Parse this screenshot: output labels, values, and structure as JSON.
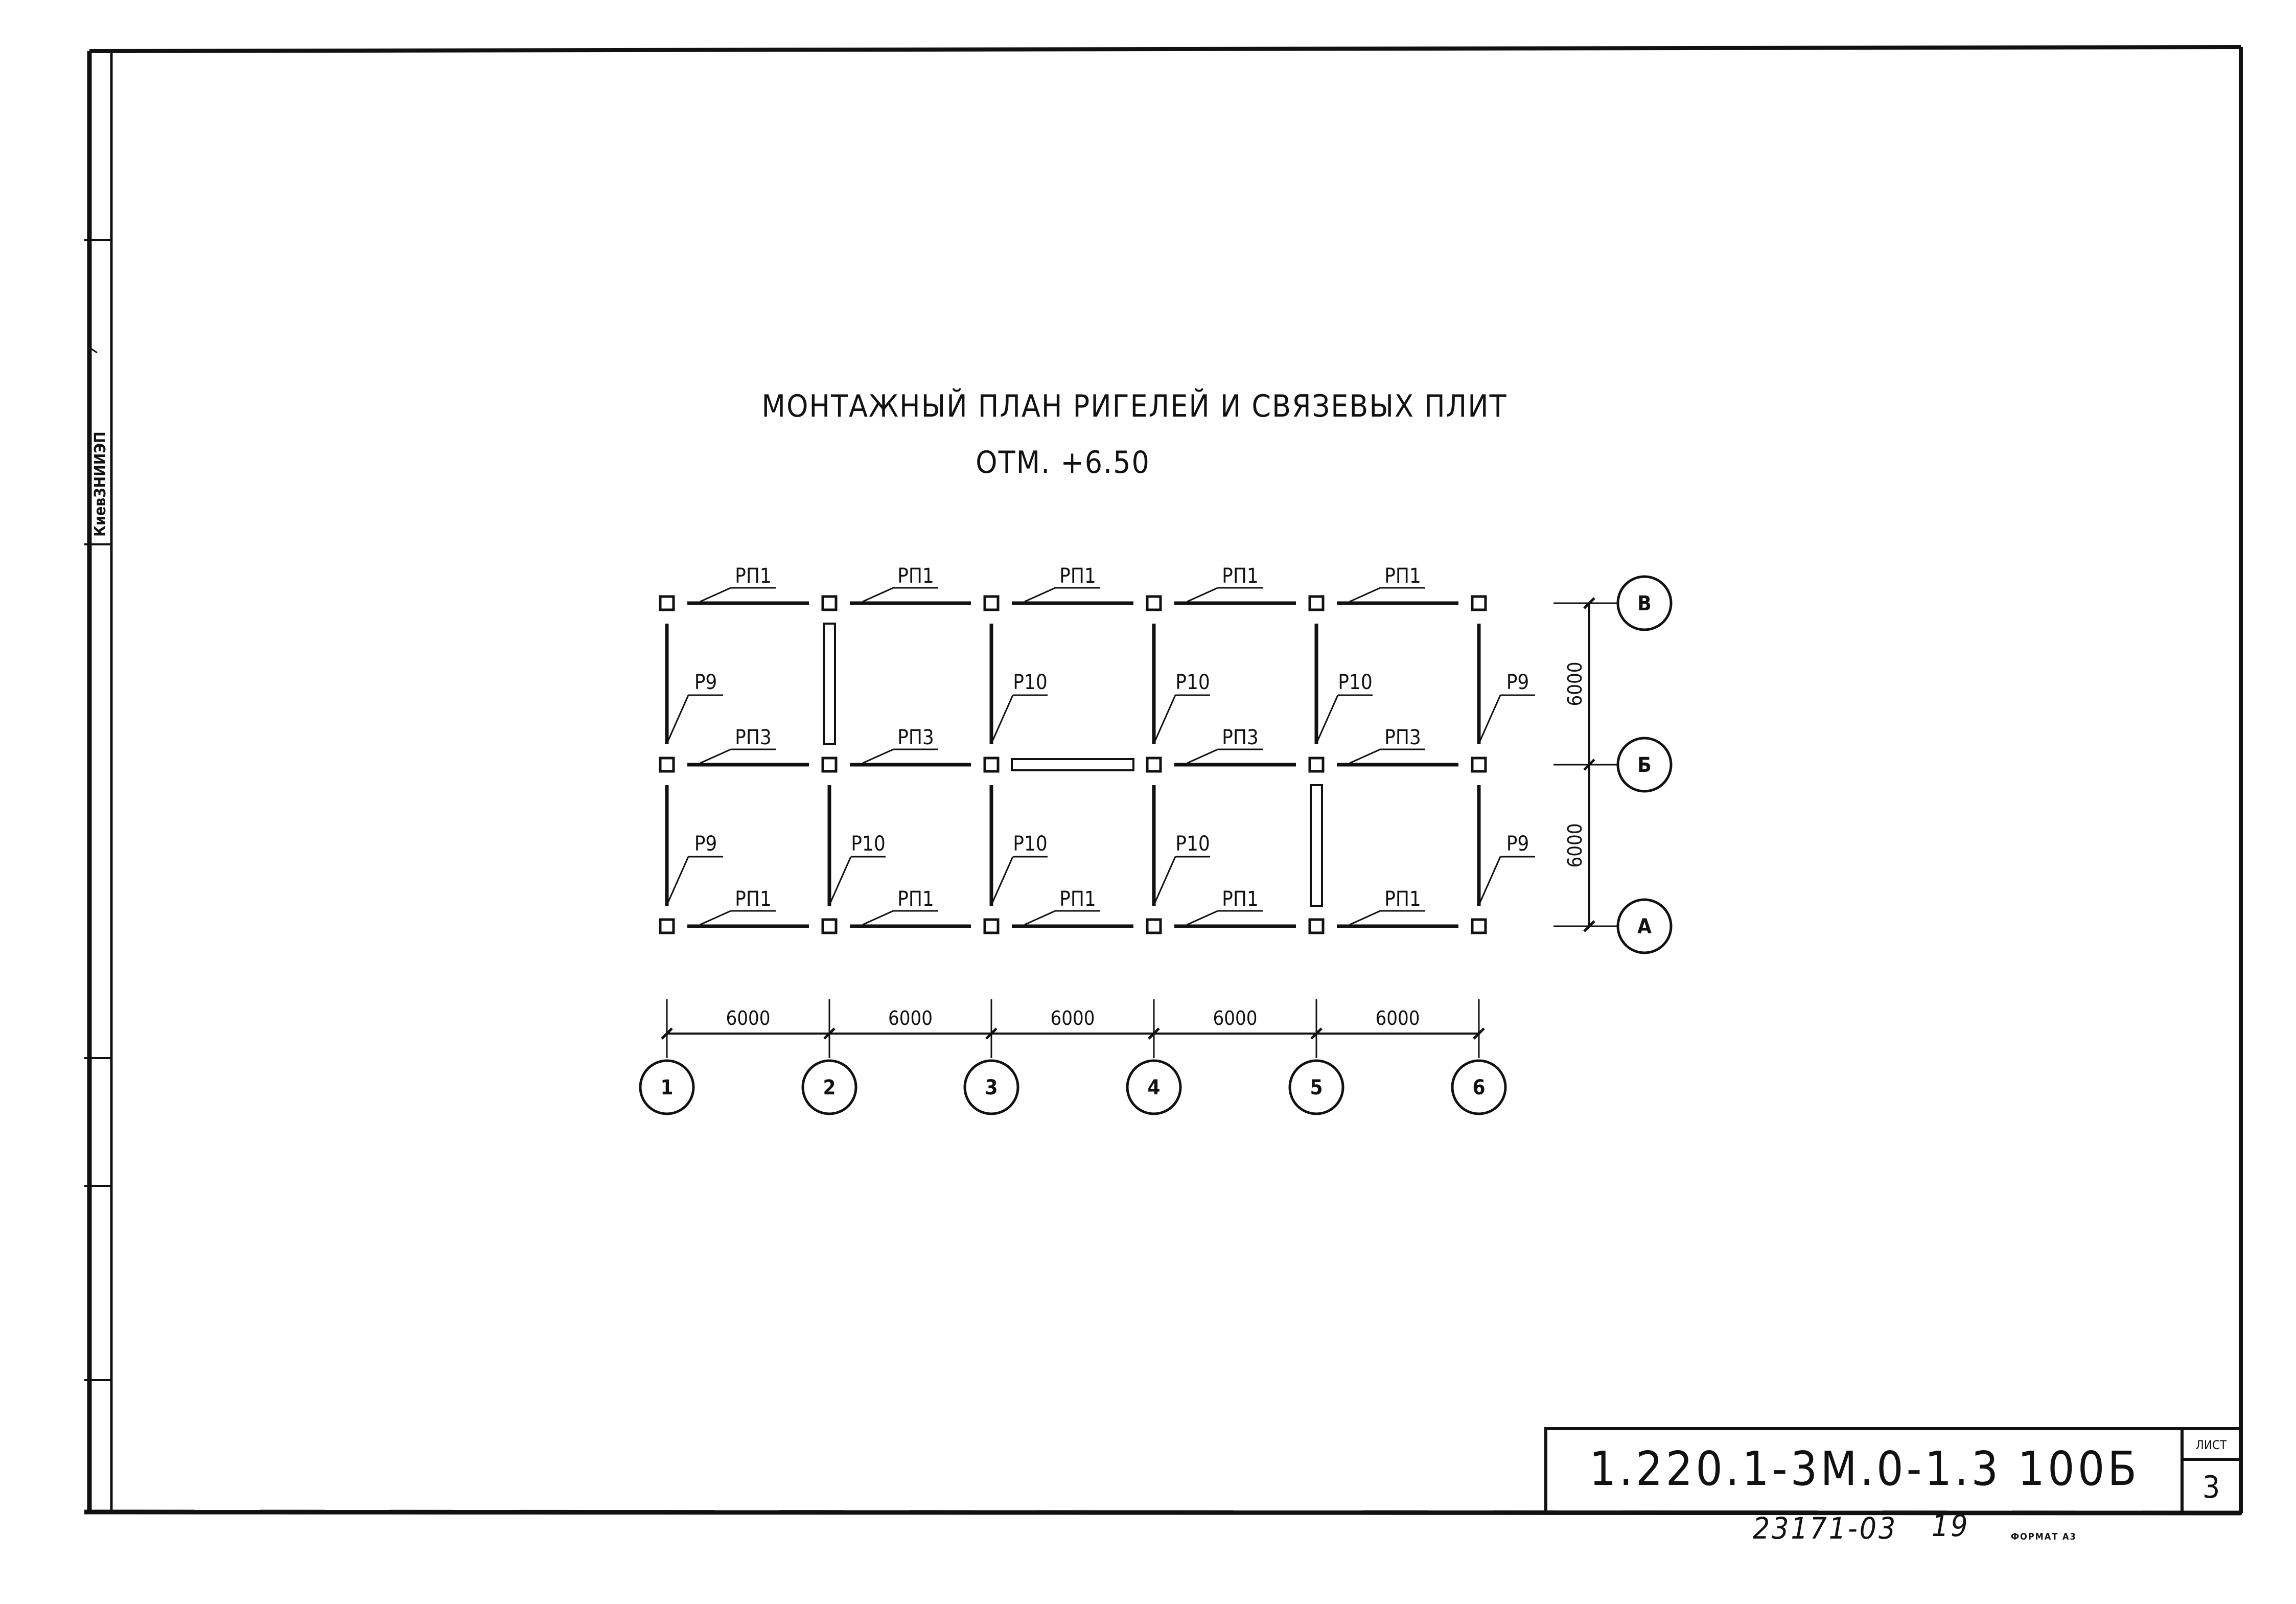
{
  "drawing": {
    "title": "МОНТАЖНЫЙ ПЛАН РИГЕЛЕЙ И СВЯЗЕВЫХ ПЛИТ",
    "elevation": "ОТМ. +6.50"
  },
  "grid": {
    "column_axes": [
      "1",
      "2",
      "3",
      "4",
      "5",
      "6"
    ],
    "row_axes": [
      "В",
      "Б",
      "А"
    ],
    "span_dimensions": [
      "6000",
      "6000",
      "6000",
      "6000",
      "6000"
    ],
    "bay_dimensions": [
      "6000",
      "6000"
    ]
  },
  "elements": {
    "top_row_labels": [
      "РП1",
      "РП1",
      "РП1",
      "РП1",
      "РП1"
    ],
    "middle_row_labels": [
      "РП3",
      "РП3",
      "",
      "РП3",
      "РП3"
    ],
    "bottom_row_labels": [
      "РП1",
      "РП1",
      "РП1",
      "РП1",
      "РП1"
    ],
    "upper_bay_labels": [
      "Р9",
      "",
      "Р10",
      "Р10",
      "Р10",
      "Р9"
    ],
    "lower_bay_labels": [
      "Р9",
      "Р10",
      "Р10",
      "Р10",
      "",
      "Р9"
    ]
  },
  "title_block": {
    "designation": "1.220.1-3М.0-1.3 100Б",
    "sheet_label": "ЛИСТ",
    "sheet_number": "3",
    "inventory_number": "23171-03",
    "inventory_suffix": "19",
    "format": "ФОРМАТ А3"
  },
  "side_stamp": {
    "organization": "КиевЗНИИЭП"
  }
}
